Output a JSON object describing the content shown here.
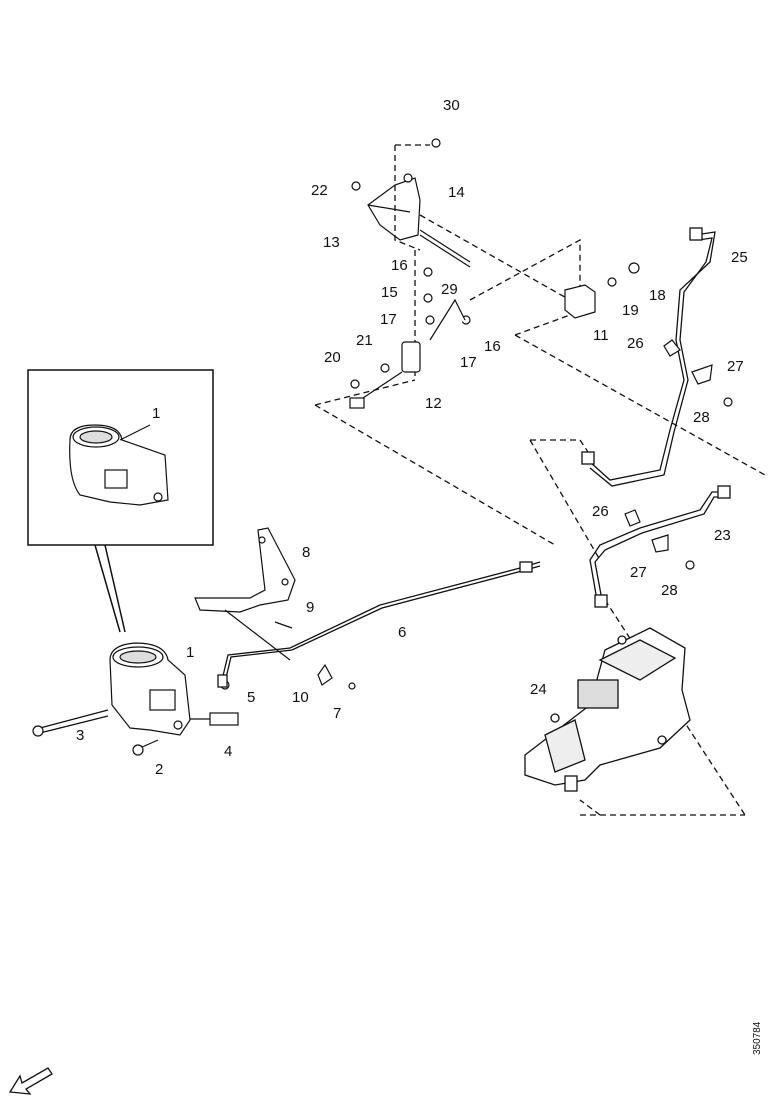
{
  "callouts": [
    "1",
    "1",
    "2",
    "3",
    "4",
    "5",
    "6",
    "7",
    "8",
    "9",
    "10",
    "11",
    "12",
    "13",
    "14",
    "15",
    "16",
    "16",
    "17",
    "17",
    "18",
    "19",
    "20",
    "21",
    "22",
    "23",
    "24",
    "25",
    "26",
    "26",
    "27",
    "27",
    "28",
    "28",
    "29",
    "30"
  ],
  "reference_code": "350784"
}
